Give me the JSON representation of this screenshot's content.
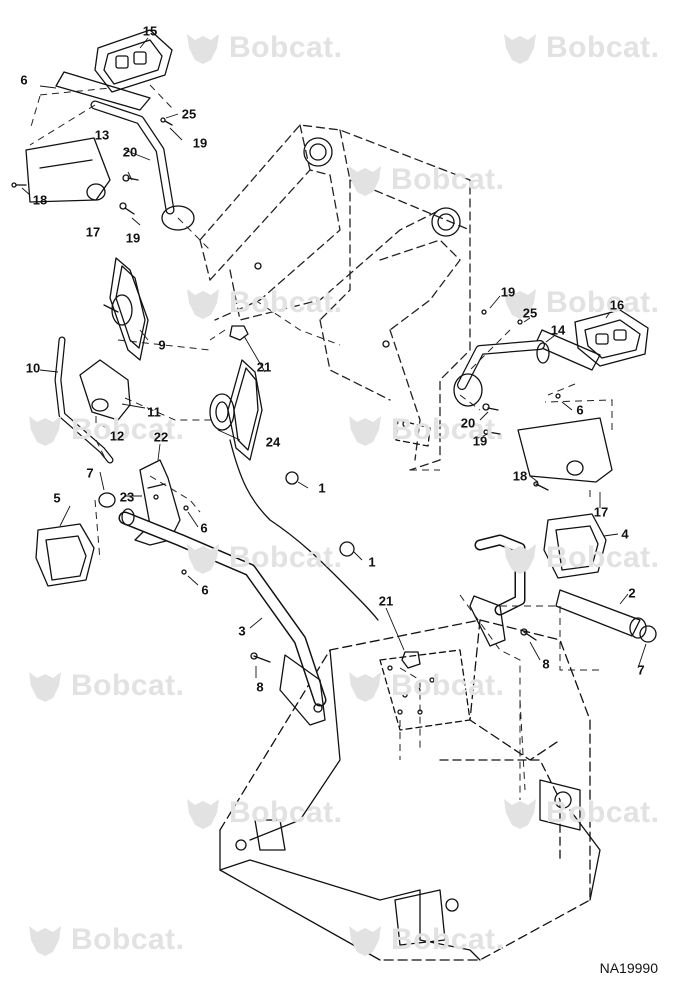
{
  "watermark": {
    "brand": "Bobcat.",
    "logo_icon": "bobcat-head-icon",
    "color": "#e2e2e2"
  },
  "drawing_code": "NA19990",
  "callouts": [
    "15",
    "6",
    "25",
    "13",
    "19",
    "20",
    "18",
    "17",
    "19",
    "9",
    "10",
    "11",
    "12",
    "7",
    "22",
    "23",
    "21",
    "24",
    "1",
    "6",
    "6",
    "5",
    "3",
    "1",
    "21",
    "8",
    "19",
    "25",
    "14",
    "16",
    "6",
    "20",
    "19",
    "18",
    "17",
    "4",
    "2",
    "8",
    "7"
  ],
  "colors": {
    "line": "#111111",
    "dash": "#222222",
    "background": "#ffffff"
  }
}
